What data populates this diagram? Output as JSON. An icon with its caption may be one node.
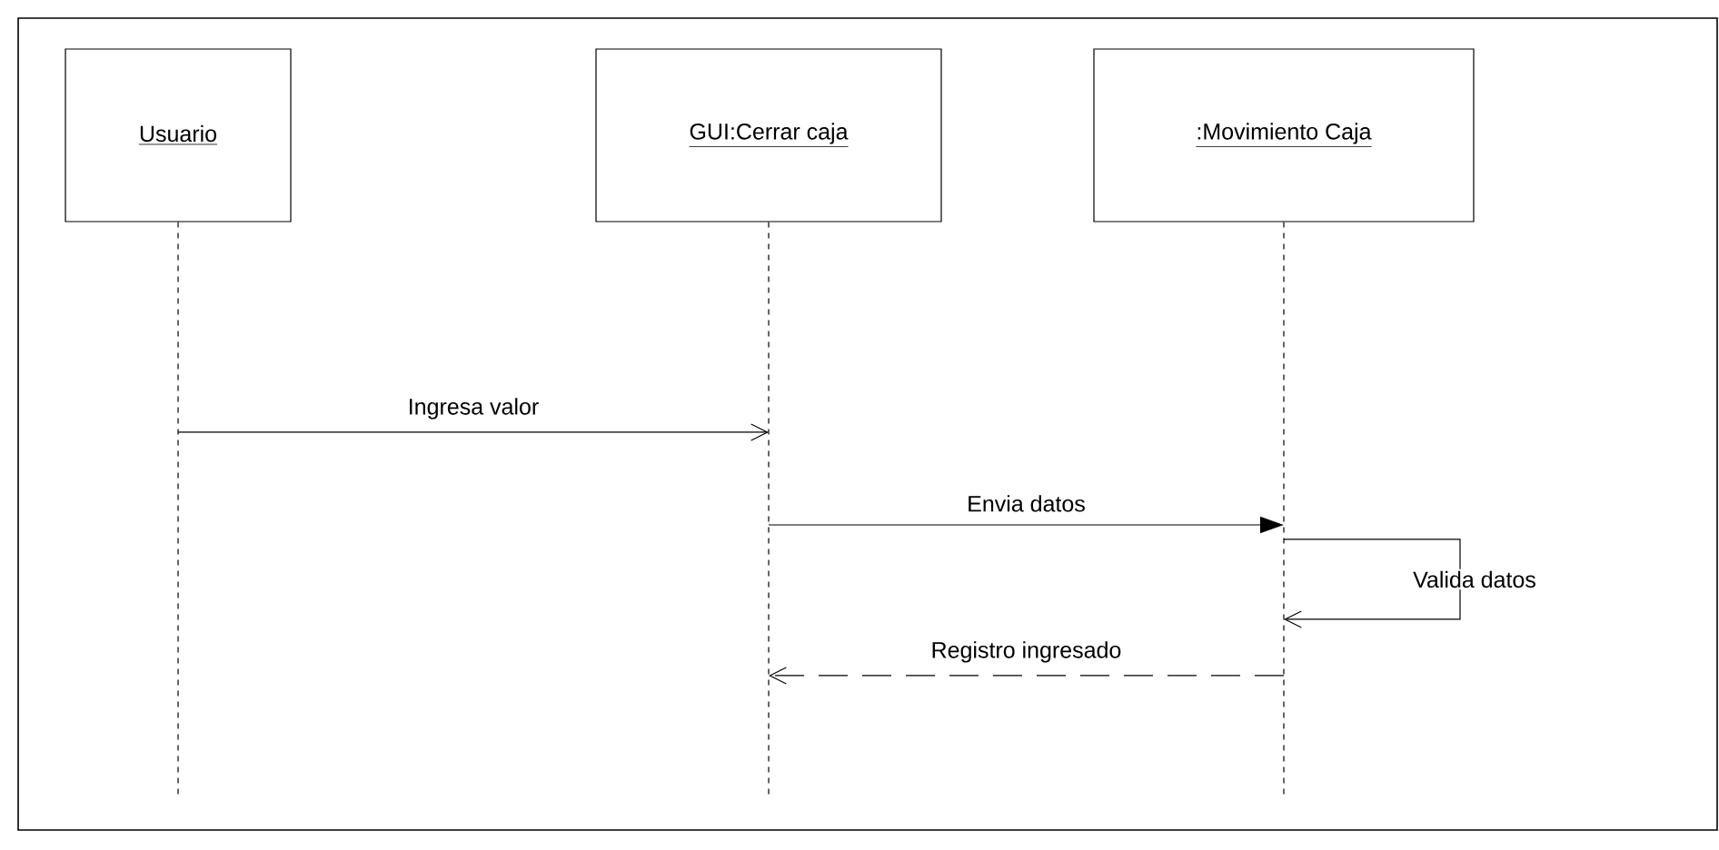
{
  "diagram": {
    "nodes": [
      {
        "text": [
          "Usuario"
        ]
      },
      {
        "text": [
          "GUI:Cerrar caja"
        ]
      },
      {
        "text": [
          ":Movimiento Caja"
        ]
      }
    ],
    "edges": [
      {
        "from": 0,
        "to": 1,
        "arrow": "to",
        "label": "Ingresa valor"
      },
      {
        "from": 1,
        "to": 2,
        "arrow": "to",
        "label": "Envia datos"
      },
      {
        "from": 2,
        "to": 2,
        "arrow": "to",
        "label": "Valida datos"
      },
      {
        "from": 2,
        "to": 1,
        "arrow": "to",
        "label": "Registro ingresado",
        "style": "dashed"
      }
    ]
  }
}
